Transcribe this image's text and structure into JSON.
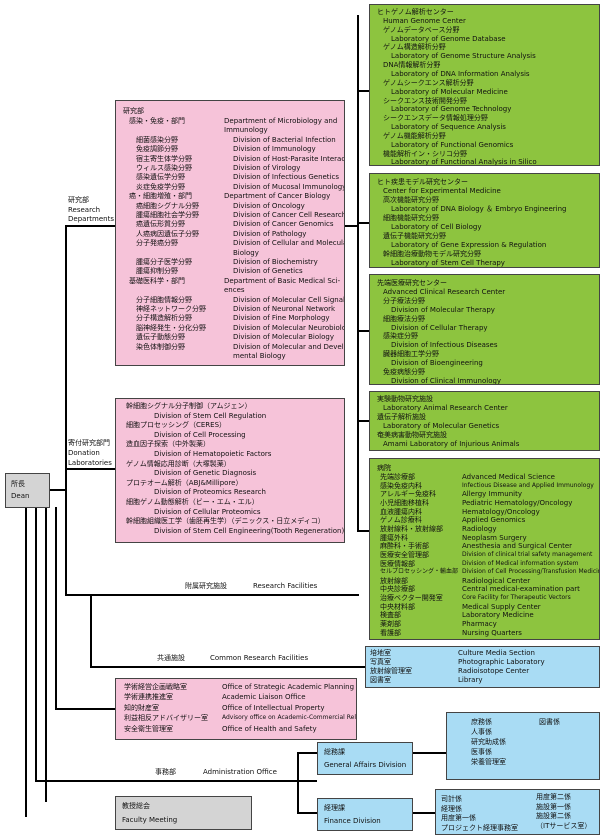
{
  "dean": {
    "jp": "所長",
    "en": "Dean"
  },
  "labels": {
    "research_departments": [
      "研究部",
      "Research",
      "Departments"
    ],
    "donation_labs": [
      "寄付研究部門",
      "Donation",
      "Laboratories"
    ],
    "research_facilities": {
      "jp": "附属研究施設",
      "en": "Research Facilities"
    },
    "common_facilities": {
      "jp": "共通施設",
      "en": "Common Research Facilities"
    },
    "administration": {
      "jp": "事務部",
      "en": "Administration Office"
    }
  },
  "research": {
    "header": "研究部",
    "rows": [
      {
        "jp": "感染・免疫・部門",
        "en": "Department of Microbiology and"
      },
      {
        "jp": "",
        "en": "Immunology"
      },
      {
        "jp": "細菌感染分野",
        "en": "Division of Bacterial Infection"
      },
      {
        "jp": "免疫調節分野",
        "en": "Division of Immunology"
      },
      {
        "jp": "宿主寄生体学分野",
        "en": "Division of Host-Parasite Interaction"
      },
      {
        "jp": "ウィルス感染分野",
        "en": "Division of Virology"
      },
      {
        "jp": "感染遺伝学分野",
        "en": "Division of Infectious Genetics"
      },
      {
        "jp": "炎症免疫学分野",
        "en": "Division of Mucosal Immunology"
      },
      {
        "jp": "癌・細胞増殖・部門",
        "en": "Department of Cancer Biology"
      },
      {
        "jp": "癌細胞シグナル分野",
        "en": "Division of Oncology"
      },
      {
        "jp": "腫瘍細胞社会学分野",
        "en": "Division of Cancer Cell Research"
      },
      {
        "jp": "癌遺伝形質分野",
        "en": "Division of Cancer Genomics"
      },
      {
        "jp": "人癌病因遺伝子分野",
        "en": "Division of Pathology"
      },
      {
        "jp": "分子発癌分野",
        "en": "Division of Cellular and Molecular"
      },
      {
        "jp": "",
        "en": "Biology"
      },
      {
        "jp": "腫瘍分子医学分野",
        "en": "Division of Biochemistry"
      },
      {
        "jp": "腫瘍抑制分野",
        "en": "Division of Genetics"
      },
      {
        "jp": "基礎医科学・部門",
        "en": "Department of Basic Medical Sci-"
      },
      {
        "jp": "",
        "en": "ences"
      },
      {
        "jp": "分子細胞情報分野",
        "en": "Division of Molecular Cell Signaling"
      },
      {
        "jp": "神経ネットワーク分野",
        "en": "Division of Neuronal Network"
      },
      {
        "jp": "分子構造解析分野",
        "en": "Division of Fine Morphology"
      },
      {
        "jp": "脳神経発生・分化分野",
        "en": "Division of Molecular Neurobiology"
      },
      {
        "jp": "遺伝子動態分野",
        "en": "Division of Molecular Biology"
      },
      {
        "jp": "染色体制御分野",
        "en": "Division of Molecular and Develop-"
      },
      {
        "jp": "",
        "en": "mental Biology"
      }
    ]
  },
  "donation": [
    {
      "jp": "幹細胞シグナル分子制御（アムジェン）",
      "en": "Division of Stem Cell Regulation"
    },
    {
      "jp": "細胞プロセッシング（CERES）",
      "en": "Division of Cell Processing"
    },
    {
      "jp": "造血因子探索（中外製薬）",
      "en": "Division of Hematopoietic Factors"
    },
    {
      "jp": "ゲノム情報応用診断（大塚製薬）",
      "en": "Division of Genetic Diagnosis"
    },
    {
      "jp": "プロテオーム解析（ABJ&Millipore）",
      "en": "Division of Proteomics Research"
    },
    {
      "jp": "細胞ゲノム動態解析（ビー・エム・エル）",
      "en": "Division of Cellular Proteomics"
    },
    {
      "jp": "幹細胞組織医工学（歯胚再生学）（デニックス・日立メディコ）",
      "en": "Division of Stem Cell Engineering(Tooth Regeneration)"
    }
  ],
  "admin_offices": [
    {
      "jp": "学術経営企画戦略室",
      "en": "Office of Strategic Academic Planning"
    },
    {
      "jp": "学術連携推進室",
      "en": "Academic Liaison Office"
    },
    {
      "jp": "知的財産室",
      "en": "Office of Intellectual Property"
    },
    {
      "jp": "利益相反アドバイザリー室",
      "en": "Advisory office on Academic-Commercial Relations"
    },
    {
      "jp": "安全衛生管理室",
      "en": "Office of Health and Safety"
    }
  ],
  "genome_center": [
    "ヒトゲノム解析センター",
    "Human Genome Center",
    "ゲノムデータベース分野",
    "Laboratory of Genome Database",
    "ゲノム構造解析分野",
    "Laboratory of Genome Structure Analysis",
    "DNA情報解析分野",
    "Laboratory of DNA Information Analysis",
    "ゲノムシークエンス解析分野",
    "Laboratory of Molecular Medicine",
    "シークエンス技術開発分野",
    "Laboratory of Genome Technology",
    "シークエンスデータ情報処理分野",
    "Laboratory of Sequence Analysis",
    "ゲノム機能解析分野",
    "Laboratory of Functional Genomics",
    "機能解析イン・シリコ分野",
    "Laboratory of Functional Analysis in Silico"
  ],
  "disease_model": [
    "ヒト疾患モデル研究センター",
    "Center for Experimental Medicine",
    "高次機能研究分野",
    "Laboratory of DNA Biology ＆ Embryo Engineering",
    "細胞機能研究分野",
    "Laboratory of Cell Biology",
    "遺伝子機能研究分野",
    "Laboratory of Gene Expression & Regulation",
    "幹細胞治療動物モデル研究分野",
    "Laboratory of Stem Cell Therapy"
  ],
  "advanced_clinical": [
    "先端医療研究センター",
    "Advanced Clinical Research Center",
    "分子療法分野",
    "Division of Molecular Therapy",
    "細胞療法分野",
    "Division of Cellular Therapy",
    "感染症分野",
    "Division of Infectious Diseases",
    "臓器細胞工学分野",
    "Division of Bioengineering",
    "免疫病態分野",
    "Division of Clinical Immunology"
  ],
  "animal": [
    "実験動物研究施設",
    "Laboratory Animal Research Center",
    "遺伝子解析施設",
    "Laboratory of Molecular Genetics",
    "奄美病害動物研究施設",
    "Amami Laboratory of Injurious Animals"
  ],
  "hospital": {
    "header": "病院",
    "rows": [
      {
        "jp": "先端診療部",
        "en": "Advanced Medical Science"
      },
      {
        "jp": "感染免疫内科",
        "en": "Infectious Disease and Applied Immunology"
      },
      {
        "jp": "アレルギー免疫科",
        "en": "Allergy Immunity"
      },
      {
        "jp": "小児細胞移植科",
        "en": "Pediatric Hematology/Oncology"
      },
      {
        "jp": "血液腫瘍内科",
        "en": "Hematology/Oncology"
      },
      {
        "jp": "ゲノム診療科",
        "en": "Applied Genomics"
      },
      {
        "jp": "放射線科・放射線部",
        "en": "Radiology"
      },
      {
        "jp": "腫瘍外科",
        "en": "Neoplasm Surgery"
      },
      {
        "jp": "麻酔科・手術部",
        "en": "Anesthesia and Surgical Center"
      },
      {
        "jp": "医療安全管理部",
        "en": "Division of clinical trial safety management"
      },
      {
        "jp": "医療情報部",
        "en": "Division of Medical information system"
      },
      {
        "jp": "セルプロセッシング・輸血部",
        "en": "Division of Cell Processing/Transfusion Medicine"
      },
      {
        "jp": "放射線部",
        "en": "Radiological Center"
      },
      {
        "jp": "中央診療部",
        "en": "Central medical-examination part"
      },
      {
        "jp": "治療ベクター開発室",
        "en": "Core Facility for Therapeutic Vectors"
      },
      {
        "jp": "中央材料部",
        "en": "Medical Supply Center"
      },
      {
        "jp": "検査部",
        "en": "Laboratory Medicine"
      },
      {
        "jp": "薬剤部",
        "en": "Pharmacy"
      },
      {
        "jp": "看護部",
        "en": "Nursing Quarters"
      }
    ]
  },
  "common_facilities_box": [
    {
      "jp": "培地室",
      "en": "Culture Media Section"
    },
    {
      "jp": "写真室",
      "en": "Photographic Laboratory"
    },
    {
      "jp": "放射線管理室",
      "en": "Radioisotope Center"
    },
    {
      "jp": "図書室",
      "en": "Library"
    }
  ],
  "general_affairs": {
    "jp": "総務課",
    "en": "General Affairs Division",
    "col1": [
      "庶務係",
      "人事係",
      "研究助成係",
      "医事係",
      "栄養管理室"
    ],
    "col2": [
      "図書係"
    ]
  },
  "finance": {
    "jp": "経理課",
    "en": "Finance Division",
    "col1": [
      "司計係",
      "経理係",
      "用度第一係",
      "プロジェクト経理事務室"
    ],
    "col2": [
      "用度第二係",
      "施設第一係",
      "施設第二係",
      "（ITサービス室）"
    ]
  },
  "faculty_meeting": {
    "jp": "教授総会",
    "en": "Faculty Meeting"
  },
  "colors": {
    "green": "#8dc43f",
    "pink": "#f6c3d9",
    "blue": "#a9dcf4",
    "gray": "#d4d4d4"
  }
}
